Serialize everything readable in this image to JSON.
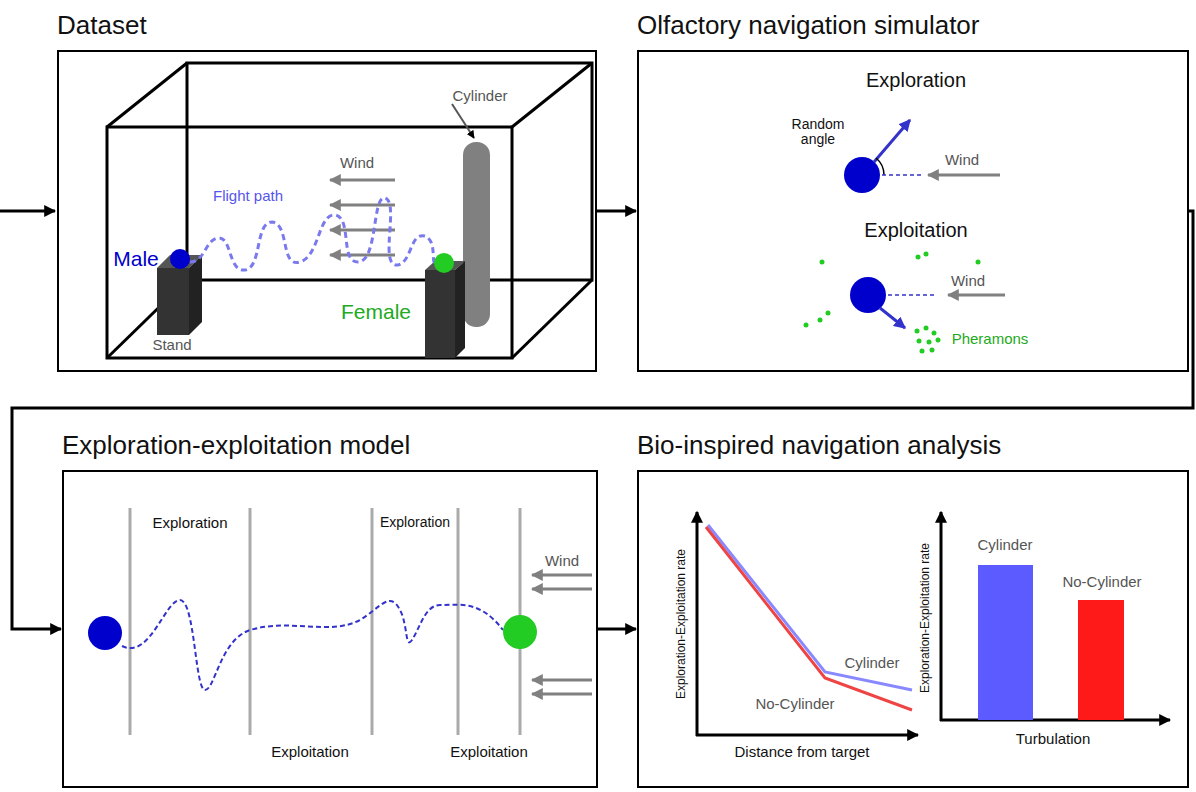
{
  "diagram": {
    "nodes": [
      {
        "text": [
          "Dataset"
        ]
      },
      {
        "text": [
          "Olfactory navigation simulator"
        ]
      },
      {
        "text": [
          "Exploration-exploitation model"
        ]
      },
      {
        "text": [
          "Bio-inspired navigation analysis"
        ]
      }
    ],
    "edges": [
      {
        "from": 0,
        "to": 1,
        "arrow": "to"
      },
      {
        "from": 1,
        "to": 2,
        "arrow": "to"
      },
      {
        "from": 2,
        "to": 3,
        "arrow": "to"
      }
    ],
    "labels": [
      "Cylinder",
      "Wind",
      "Flight path",
      "Male",
      "Female",
      "Stand",
      "Exploration",
      "Random angle",
      "Wind",
      "Exploitation",
      "Wind",
      "Pheramons",
      "Exploration",
      "Exploration",
      "Wind",
      "Exploitation",
      "Exploitation",
      "Exploration-Exploitation rate",
      "Distance from target",
      "Cylinder",
      "No-Cylinder",
      "Exploration-Exploitation rate",
      "Cylinder",
      "No-Cylinder",
      "Turbulation"
    ]
  }
}
